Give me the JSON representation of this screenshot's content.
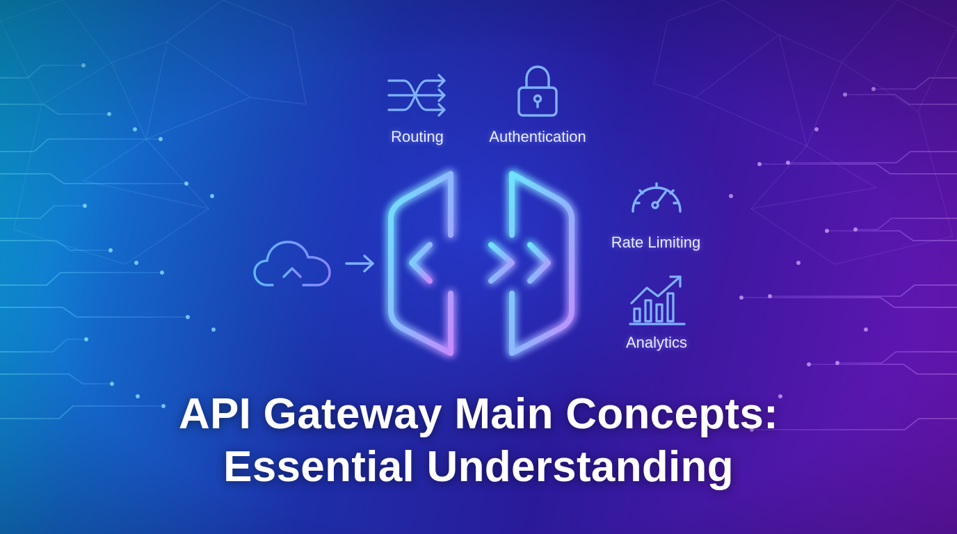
{
  "features": {
    "routing": {
      "label": "Routing",
      "icon": "shuffle-icon"
    },
    "authentication": {
      "label": "Authentication",
      "icon": "lock-icon"
    },
    "rate_limiting": {
      "label": "Rate Limiting",
      "icon": "gauge-icon"
    },
    "analytics": {
      "label": "Analytics",
      "icon": "bar-chart-trend-icon"
    }
  },
  "diagram": {
    "source_icon": "cloud-upload-icon",
    "flow_icon": "arrow-right-icon",
    "gateway_icon": "gateway-doors-icon"
  },
  "title": {
    "line1": "API Gateway Main Concepts:",
    "line2": "Essential Understanding"
  },
  "colors": {
    "background_left": "#0aa6dc",
    "background_mid": "#1d2fa8",
    "background_right": "#6c16b8",
    "glow_cyan": "#6fe3ff",
    "glow_violet": "#c58bff",
    "icon_blue": "#7fb2ff"
  }
}
